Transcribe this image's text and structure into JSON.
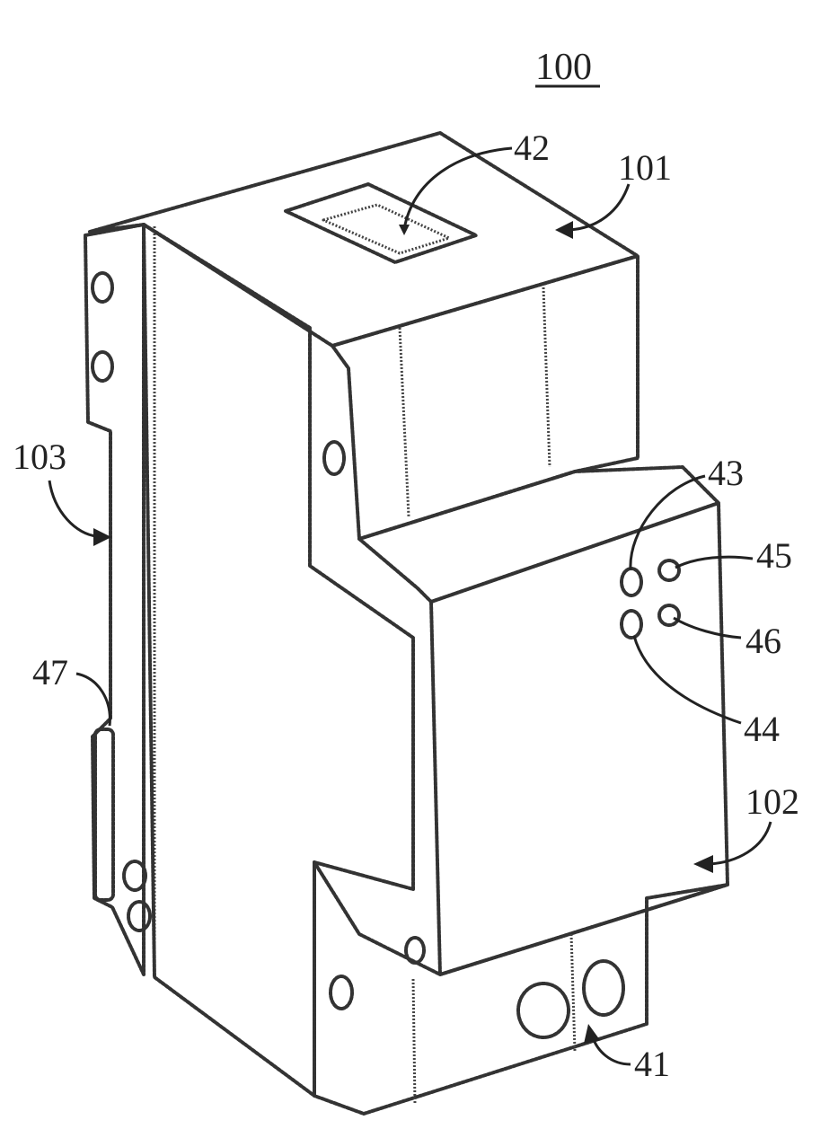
{
  "figure": {
    "title": "100",
    "labels": {
      "top_portion": "101",
      "front_portion": "102",
      "side_rail": "103",
      "bottom_port": "41",
      "top_port": "42",
      "indicator_a": "43",
      "indicator_b": "44",
      "indicator_c": "45",
      "indicator_d": "46",
      "side_slot": "47"
    }
  },
  "colors": {
    "line": "#333333",
    "background": "#ffffff"
  }
}
